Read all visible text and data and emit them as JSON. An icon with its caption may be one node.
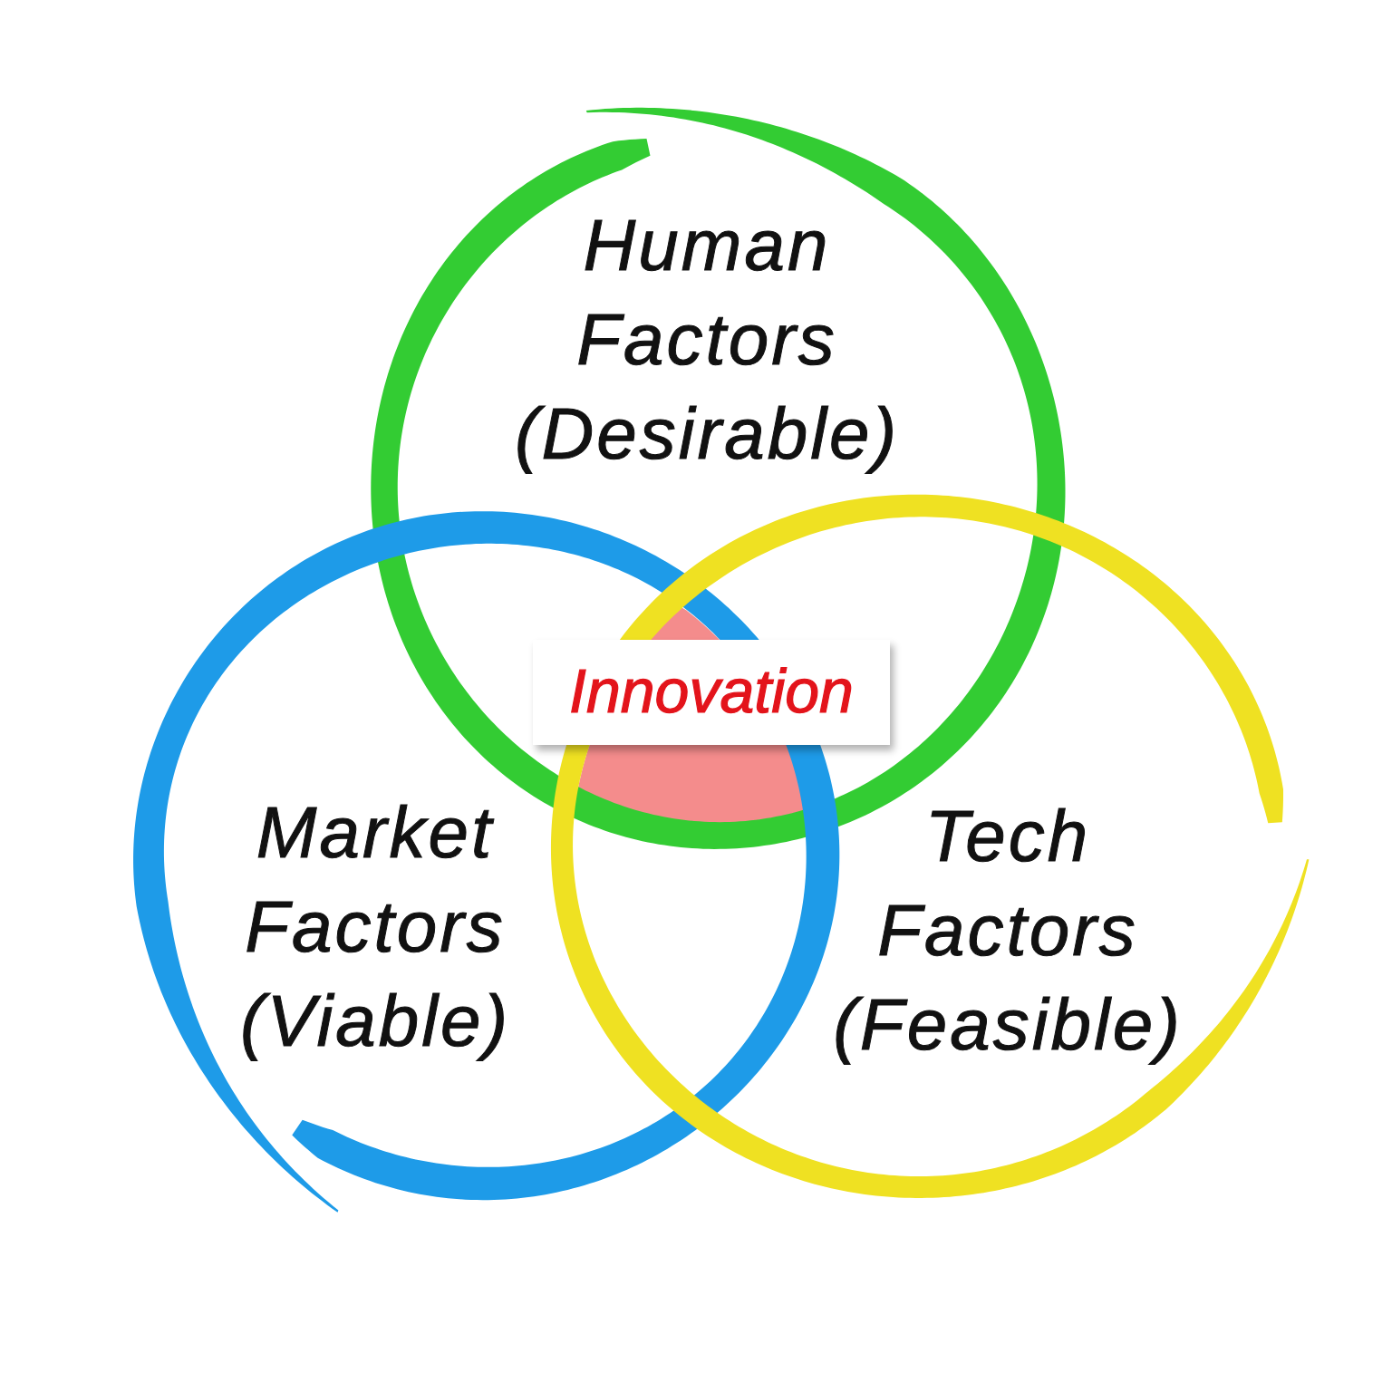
{
  "diagram": {
    "nodes": [
      {
        "text": [
          "Human Factors (Desirable)"
        ]
      },
      {
        "text": [],
        "shape": "region"
      },
      {
        "text": [
          "Innovation"
        ]
      },
      {
        "text": [
          "Market Factors (Viable)"
        ]
      },
      {
        "text": [
          "Tech Factors (Feasible)"
        ]
      }
    ]
  }
}
